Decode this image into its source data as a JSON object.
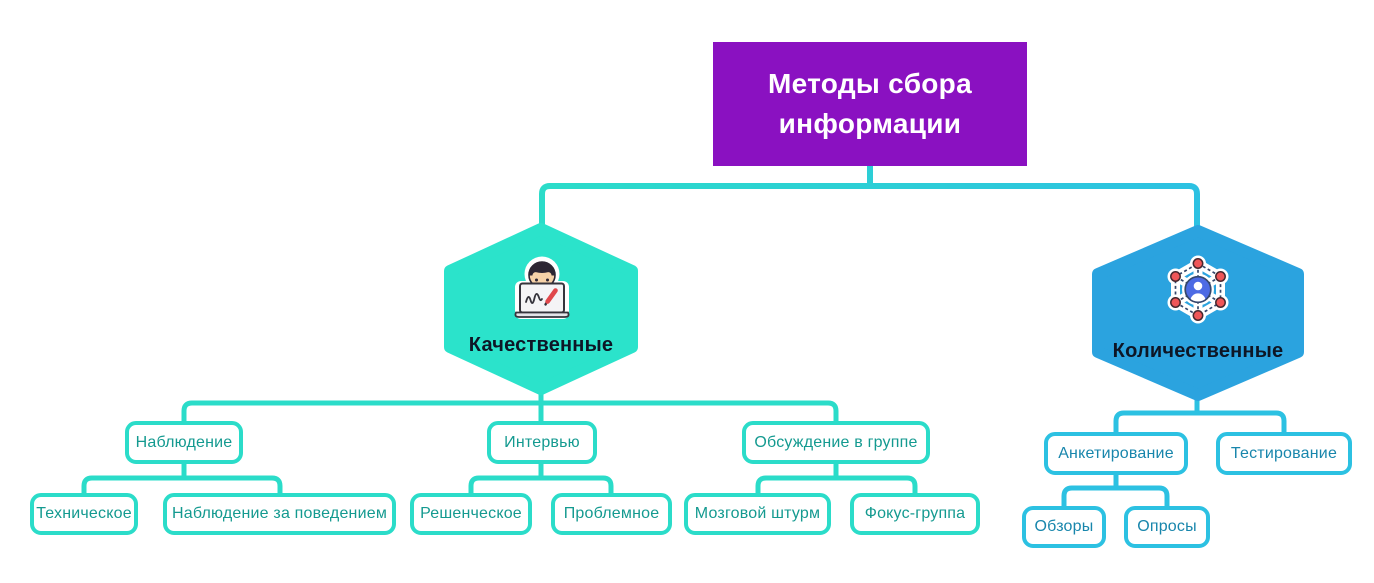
{
  "diagram": {
    "root": {
      "label": "Методы сбора информации"
    },
    "qualitative": {
      "label": "Качественные",
      "icon": "writer-laptop-icon",
      "children": [
        {
          "label": "Наблюдение",
          "children": [
            {
              "label": "Техническое"
            },
            {
              "label": "Наблюдение за поведением"
            }
          ]
        },
        {
          "label": "Интервью",
          "children": [
            {
              "label": "Решенческое"
            },
            {
              "label": "Проблемное"
            }
          ]
        },
        {
          "label": "Обсуждение в группе",
          "children": [
            {
              "label": "Мозговой штурм"
            },
            {
              "label": "Фокус-группа"
            }
          ]
        }
      ]
    },
    "quantitative": {
      "label": "Количественные",
      "icon": "network-people-icon",
      "children": [
        {
          "label": "Анкетирование",
          "children": [
            {
              "label": "Обзоры"
            },
            {
              "label": "Опросы"
            }
          ]
        },
        {
          "label": "Тестирование",
          "children": []
        }
      ]
    },
    "colors": {
      "root_bg": "#8A11C1",
      "qualitative_hex_fill": "#2BE3CB",
      "quantitative_hex_fill": "#2BA3DF",
      "teal_line": "#2BDCC9",
      "cyan_line": "#2CC1E2",
      "teal_text": "#149A90",
      "cyan_text": "#1886AC",
      "hex_label_text": "#0d1626",
      "root_text": "#ffffff"
    }
  }
}
